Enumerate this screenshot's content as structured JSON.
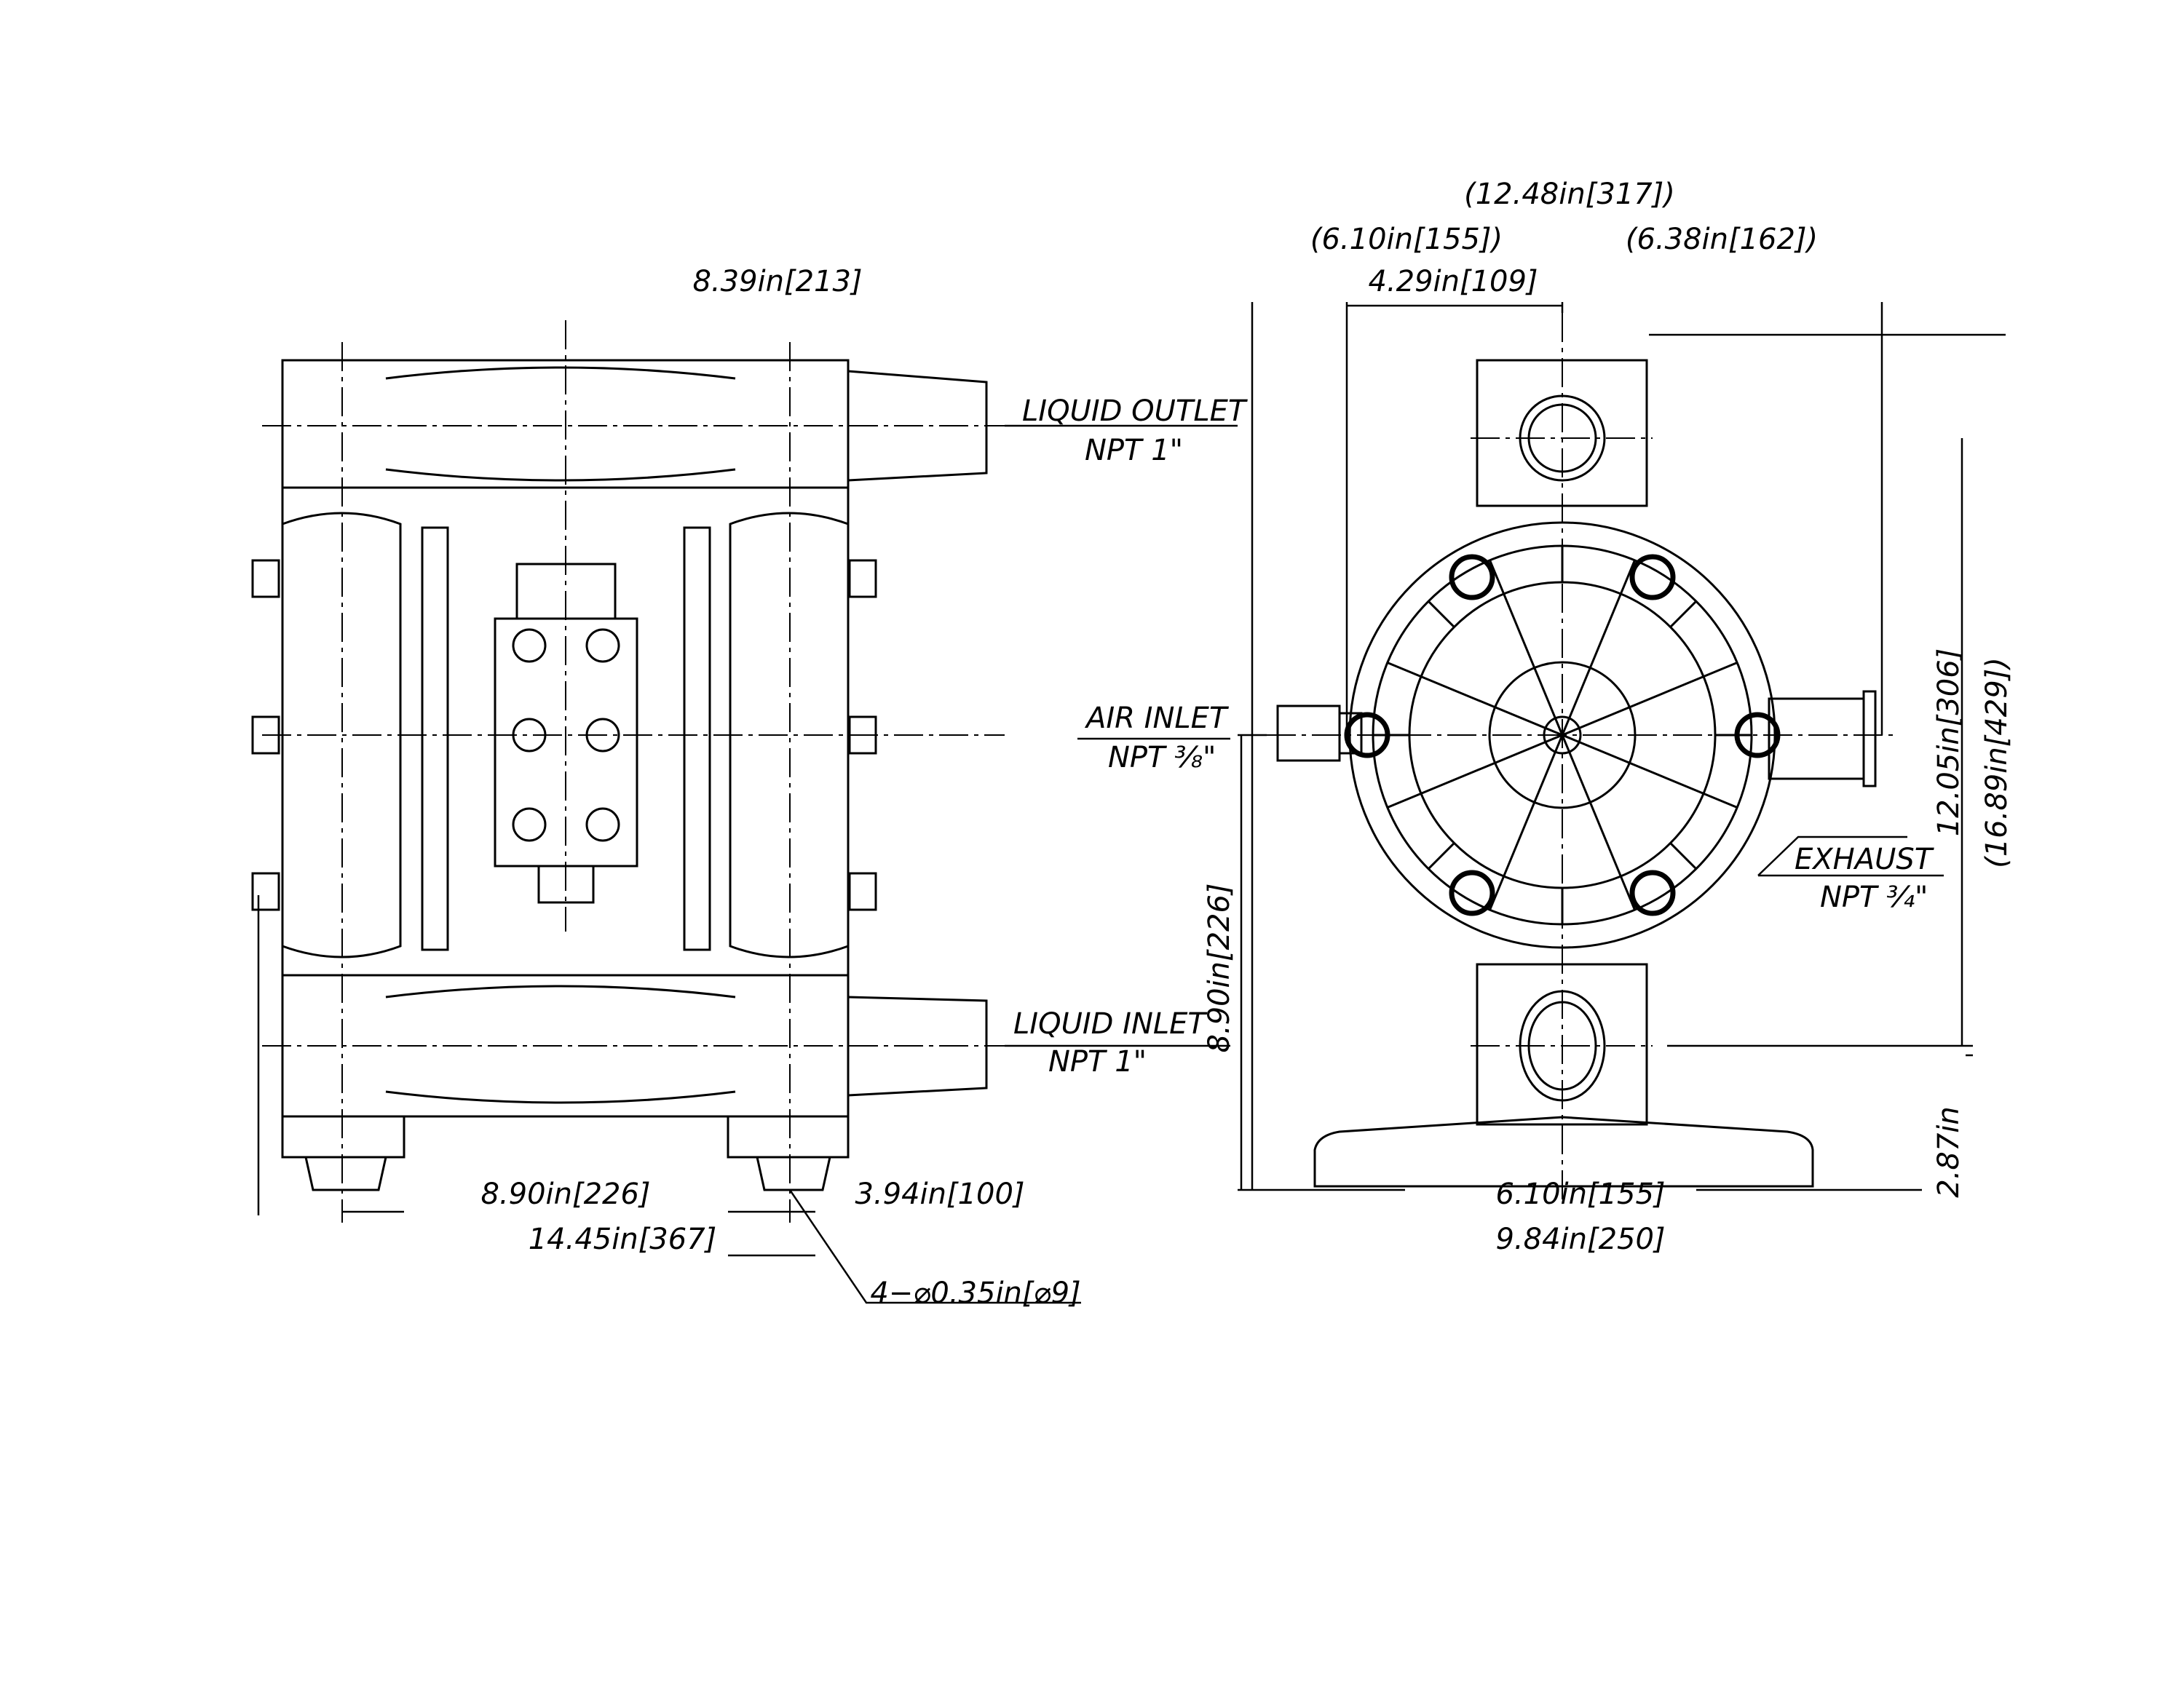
{
  "top_dims": {
    "overall_width": "(12.48in[317])",
    "left_width": "(6.10in[155])",
    "right_width": "(6.38in[162])",
    "air_offset": "4.29in[109]",
    "side_width": "8.39in[213]"
  },
  "ports": {
    "liquid_outlet": "LIQUID OUTLET",
    "liquid_outlet_size": "NPT  1\"",
    "air_inlet": "AIR INLET",
    "air_inlet_size": "NPT ⅜\"",
    "exhaust": "EXHAUST",
    "exhaust_size": "NPT ¾\"",
    "liquid_inlet": "LIQUID INLET",
    "liquid_inlet_size": "NPT  1\""
  },
  "side_bottom_dims": {
    "foot_span": "8.90in[226]",
    "foot_width": "3.94in[100]",
    "overall_depth": "14.45in[367]",
    "mount_holes": "4−⌀0.35in[⌀9]"
  },
  "front_dims": {
    "air_inlet_height": "8.90in[226]",
    "port_spacing": "12.05in[306]",
    "overall_height": "(16.89in[429])",
    "inlet_height": "2.87in",
    "foot_spacing": "6.10in[155]",
    "base_width": "9.84in[250]"
  }
}
